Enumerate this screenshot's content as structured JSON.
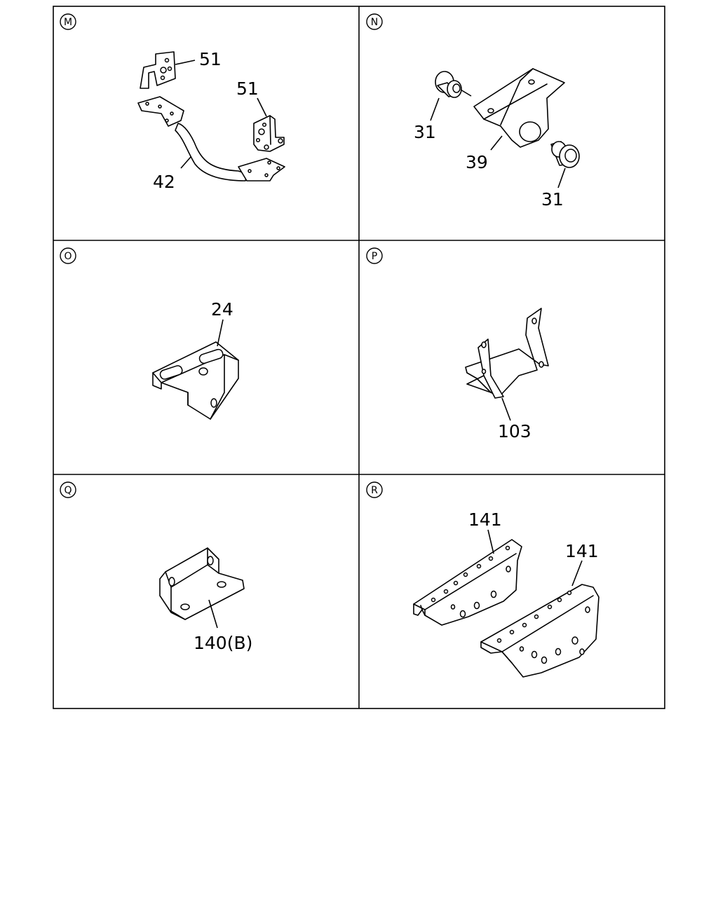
{
  "panels": [
    {
      "letter": "M",
      "callouts": [
        "51",
        "51",
        "42"
      ]
    },
    {
      "letter": "N",
      "callouts": [
        "31",
        "39",
        "31"
      ]
    },
    {
      "letter": "O",
      "callouts": [
        "24"
      ]
    },
    {
      "letter": "P",
      "callouts": [
        "103"
      ]
    },
    {
      "letter": "Q",
      "callouts": [
        "140(B)"
      ]
    },
    {
      "letter": "R",
      "callouts": [
        "141",
        "141"
      ]
    }
  ]
}
